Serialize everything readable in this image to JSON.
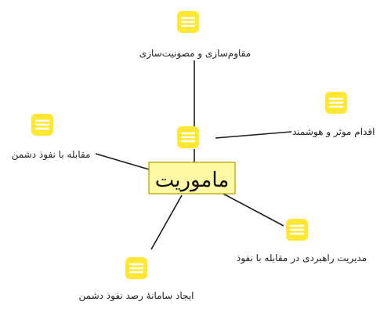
{
  "center": {
    "label": "ماموریت"
  },
  "branches": [
    {
      "id": "top",
      "label": "مقاوم‌سازی و مصونیت‌سازی"
    },
    {
      "id": "upper-right",
      "label": "اقدام موثر و هوشمند"
    },
    {
      "id": "left",
      "label": "مقابله با نفوذ دشمن"
    },
    {
      "id": "lower-right",
      "label": "مدیریت راهبردی در مقابله با نفوذ"
    },
    {
      "id": "bottom",
      "label": "ایجاد سامانهٔ رصد نفوذ دشمن"
    }
  ],
  "colors": {
    "note_icon": "#ffe733",
    "center_fill": "#fff9a6",
    "center_border": "#b2a800",
    "connector": "#1a1a1a"
  },
  "icons": {
    "note": "note-icon"
  }
}
